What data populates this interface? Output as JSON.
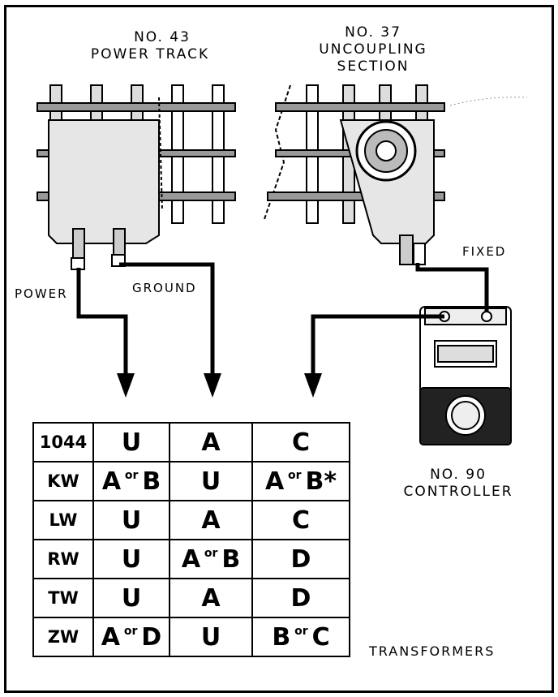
{
  "power_track": {
    "line1": "NO. 43",
    "line2": "POWER TRACK"
  },
  "uncoupling": {
    "line1": "NO. 37",
    "line2": "UNCOUPLING",
    "line3": "SECTION"
  },
  "wires": {
    "power": "POWER",
    "ground": "GROUND",
    "fixed": "FIXED"
  },
  "controller": {
    "line1": "NO. 90",
    "line2": "CONTROLLER"
  },
  "transformers_label": "TRANSFORMERS",
  "table": [
    {
      "model": "1044",
      "power": "U",
      "ground": "A",
      "controller": "C"
    },
    {
      "model": "KW",
      "power": "A or B",
      "ground": "U",
      "controller": "A or B*"
    },
    {
      "model": "LW",
      "power": "U",
      "ground": "A",
      "controller": "C"
    },
    {
      "model": "RW",
      "power": "U",
      "ground": "A or B",
      "controller": "D"
    },
    {
      "model": "TW",
      "power": "U",
      "ground": "A",
      "controller": "D"
    },
    {
      "model": "ZW",
      "power": "A or D",
      "ground": "U",
      "controller": "B or C"
    }
  ]
}
